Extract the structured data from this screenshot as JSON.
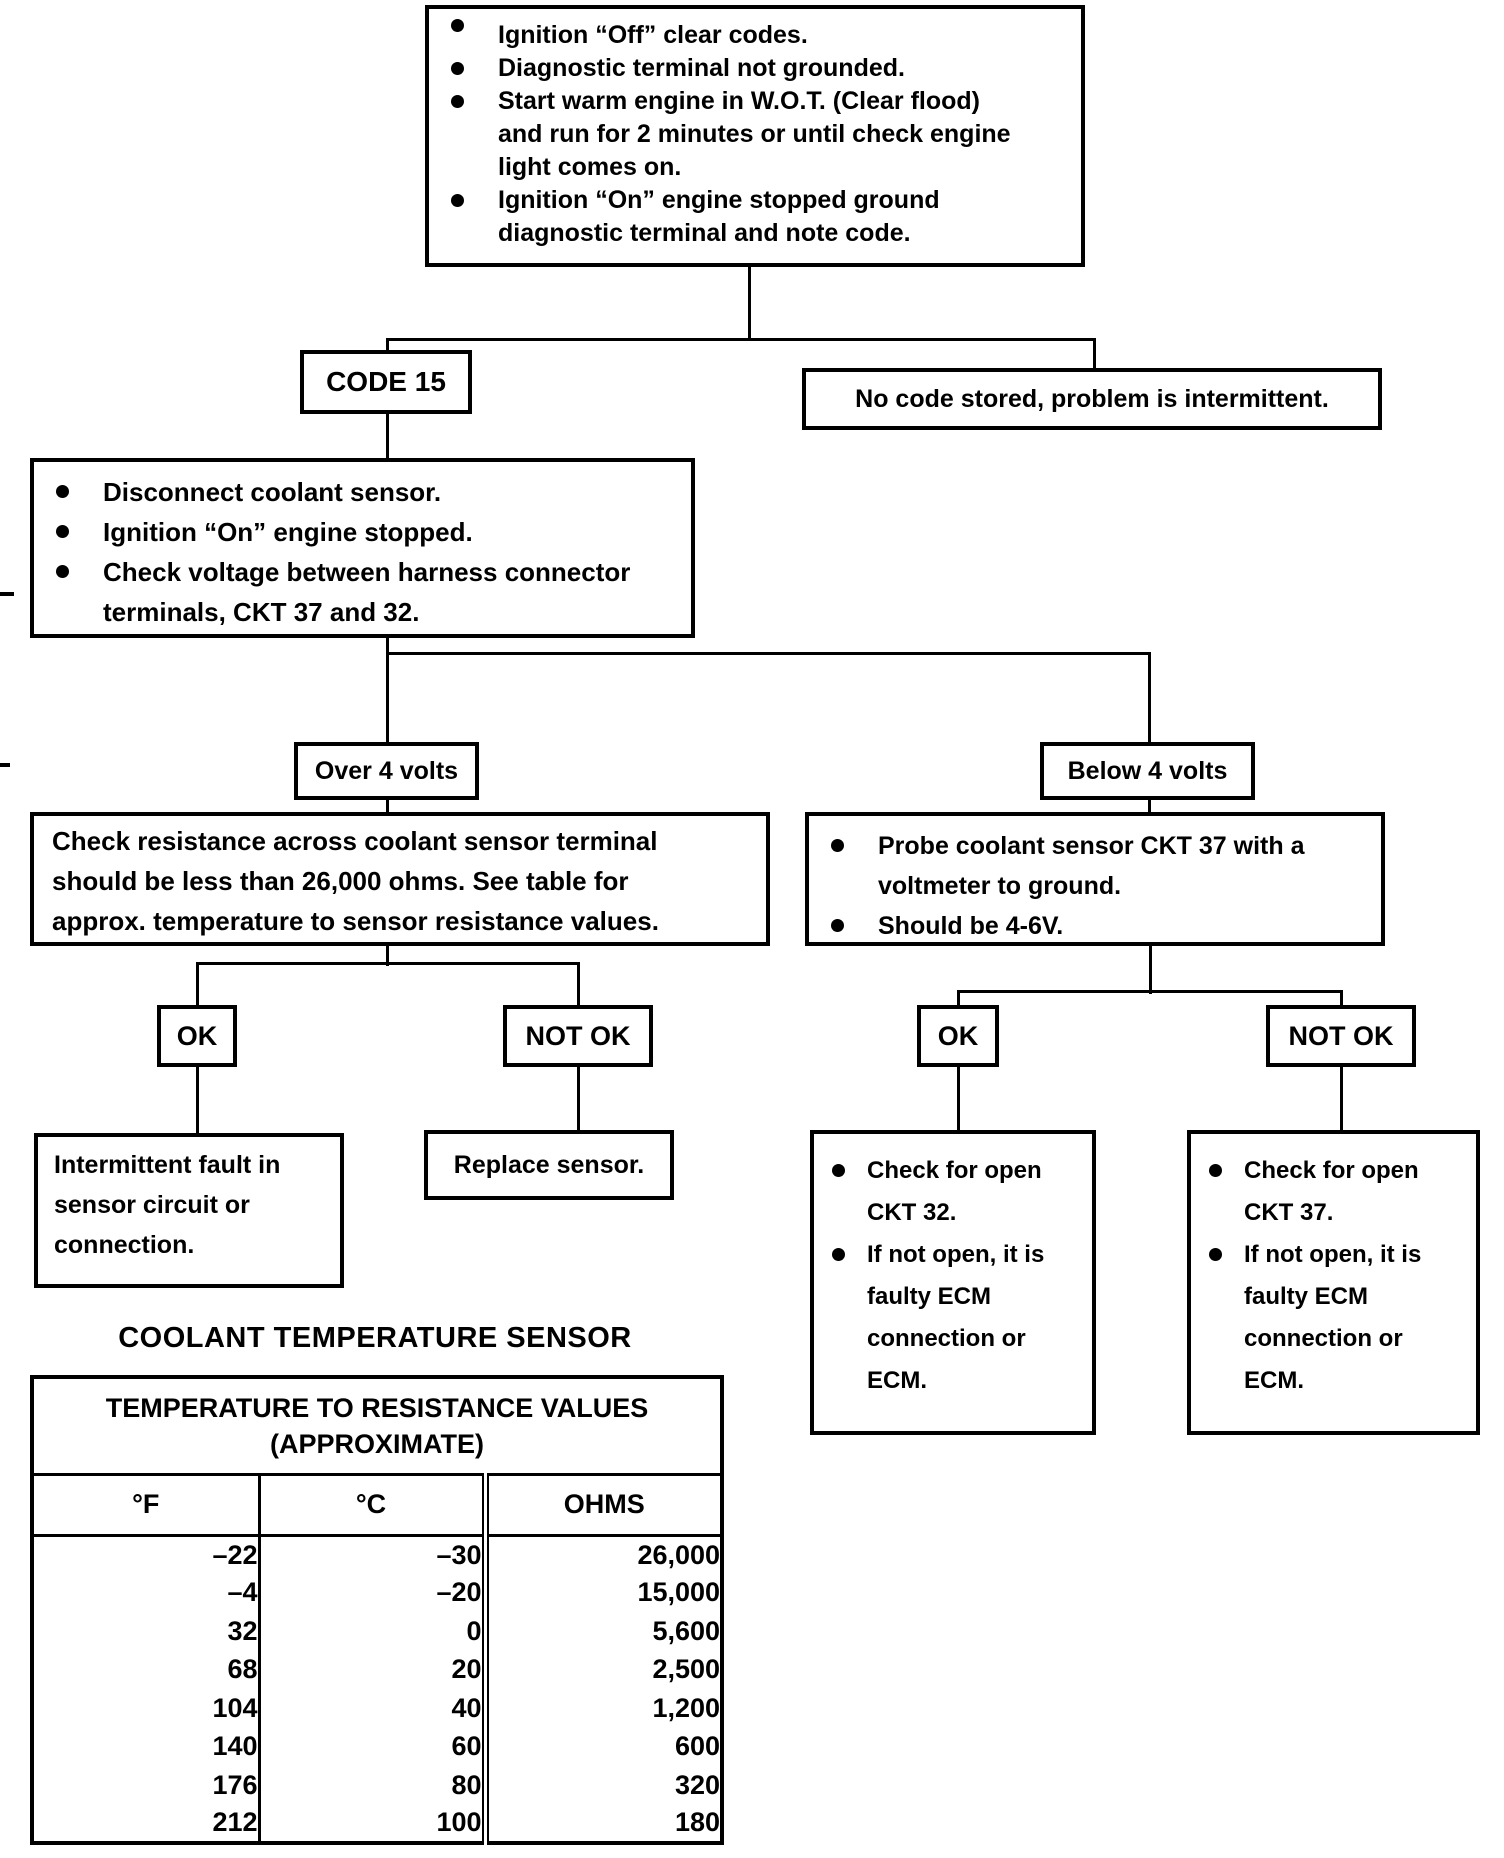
{
  "flowchart": {
    "start_box": {
      "bullets": [
        "Ignition “Off” clear codes.",
        "Diagnostic terminal not grounded.",
        "Start warm engine in W.O.T. (Clear flood)\nand run for 2 minutes or until check engine\nlight comes on.",
        "Ignition “On” engine stopped ground\ndiagnostic terminal and note code."
      ]
    },
    "code15_label": "CODE 15",
    "no_code_label": "No code stored, problem is intermittent.",
    "code15_steps": {
      "bullets": [
        "Disconnect coolant sensor.",
        "Ignition “On” engine stopped.",
        "Check voltage between harness connector\nterminals, CKT 37 and 32."
      ]
    },
    "over4_label": "Over 4 volts",
    "below4_label": "Below 4 volts",
    "check_resistance_text": "Check resistance across coolant sensor terminal\nshould be less than 26,000 ohms. See table for\napprox. temperature to sensor resistance values.",
    "probe_box": {
      "bullets": [
        "Probe coolant sensor CKT 37 with a\nvoltmeter to ground.",
        "Should be 4-6V."
      ]
    },
    "ok_left_label": "OK",
    "notok_left_label": "NOT OK",
    "ok_right_label": "OK",
    "notok_right_label": "NOT OK",
    "intermittent_text": "Intermittent fault in\nsensor circuit or\nconnection.",
    "replace_text": "Replace sensor.",
    "check_ckt32": {
      "bullets": [
        "Check for open\nCKT 32.",
        "If not open, it is\nfaulty ECM\nconnection or\nECM."
      ]
    },
    "check_ckt37": {
      "bullets": [
        "Check for open\nCKT 37.",
        "If not open, it is\nfaulty ECM\nconnection or\nECM."
      ]
    }
  },
  "table": {
    "title": "COOLANT TEMPERATURE SENSOR",
    "header": "TEMPERATURE TO RESISTANCE VALUES\n(APPROXIMATE)",
    "columns": [
      "°F",
      "°C",
      "OHMS"
    ],
    "rows": [
      [
        "–22",
        "–30",
        "26,000"
      ],
      [
        "–4",
        "–20",
        "15,000"
      ],
      [
        "32",
        "0",
        "5,600"
      ],
      [
        "68",
        "20",
        "2,500"
      ],
      [
        "104",
        "40",
        "1,200"
      ],
      [
        "140",
        "60",
        "600"
      ],
      [
        "176",
        "80",
        "320"
      ],
      [
        "212",
        "100",
        "180"
      ]
    ]
  }
}
